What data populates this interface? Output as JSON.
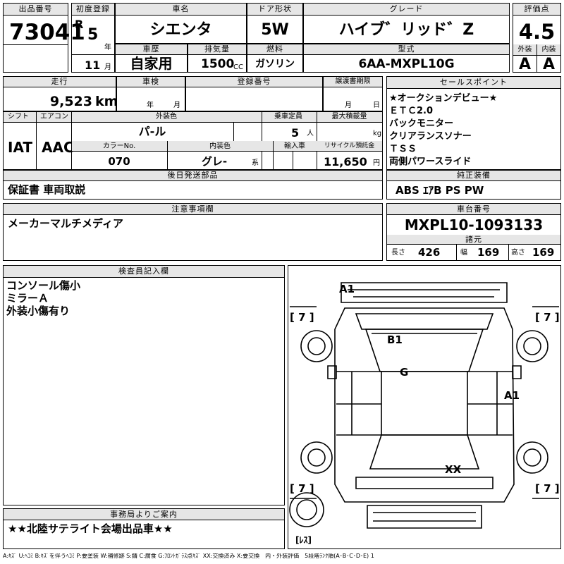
{
  "header_row": {
    "lot_label": "出品番号",
    "lot": "73041",
    "reg_label": "初度登録",
    "era": "R",
    "year": "5",
    "year_unit": "年",
    "month": "11",
    "month_unit": "月",
    "name_label": "車名",
    "name": "シエンタ",
    "door_label": "ドア形状",
    "door": "5W",
    "grade_label": "グレード",
    "grade": "ハイブ゛リッド゛Z",
    "score_label": "評価点",
    "score": "4.5",
    "history_label": "車歴",
    "history": "自家用",
    "disp_label": "排気量",
    "disp": "1500",
    "disp_unit": "CC",
    "fuel_label": "燃料",
    "fuel": "ガソリン",
    "model_label": "型式",
    "model": "6AA-MXPL10G",
    "ext_label": "外装",
    "ext": "A",
    "int_label": "内装",
    "int": "A"
  },
  "row2": {
    "mileage_label": "走行",
    "mileage": "9,523",
    "mileage_unit": "km",
    "inspect_label": "車検",
    "inspect_year": "年",
    "inspect_month": "月",
    "regno_label": "登録番号",
    "transfer_label": "譲渡書期限",
    "transfer_month": "月",
    "transfer_day": "日",
    "shift_label": "シフト",
    "shift": "IAT",
    "ac_label": "エアコン",
    "ac": "AAC",
    "color_label": "外装色",
    "color": "パ-ル",
    "capacity_label": "乗車定員",
    "capacity": "5",
    "capacity_unit": "人",
    "load_label": "最大積載量",
    "load_unit": "kg",
    "colorno_label": "カラーNo.",
    "colorno": "070",
    "intcolor_label": "内装色",
    "intcolor": "グレ-",
    "intcolor_suffix": "系",
    "import_label": "輸入車",
    "recycle_label": "リサイクル預託金",
    "recycle": "11,650",
    "recycle_unit": "円",
    "later_label": "後日発送部品",
    "later": "保証書 車両取説"
  },
  "sales": {
    "label": "セールスポイント",
    "lines": [
      "★オークションデビュー★",
      "ＥＴＣ2.0",
      "バックモニター",
      "クリアランスソナー",
      "ＴＳＳ",
      "両側パワースライド"
    ]
  },
  "equipment": {
    "label": "純正装備",
    "value": "ABS ｴｱB PS PW"
  },
  "notes": {
    "label": "注意事項欄",
    "value": "メーカーマルチメディア"
  },
  "chassis": {
    "label": "車台番号",
    "value": "MXPL10-1093133"
  },
  "specs": {
    "label": "諸元",
    "length_label": "長さ",
    "length": "426",
    "width_label": "幅",
    "width": "169",
    "height_label": "高さ",
    "height": "169"
  },
  "inspector": {
    "label": "検査員記入欄",
    "lines": [
      "コンソール傷小",
      "ミラーＡ",
      "外装小傷有り"
    ]
  },
  "diagram": {
    "marks": [
      "A1",
      "B1",
      "G",
      "A1",
      "XX"
    ],
    "tire_labels": [
      "[ 7 ]",
      "[ 7 ]",
      "[ 7 ]",
      "[ 7 ]"
    ],
    "spare_label": "[ﾚｽ]"
  },
  "office": {
    "label": "事務局よりご案内",
    "value": "★★北陸サテライト会場出品車★★"
  },
  "legend": "A:ｷｽﾞ U:ﾍｺﾐ B:ｷｽﾞを伴うﾍｺﾐ P:要塗装 W:補修跡 S:錆 C:腐食 G:ﾌﾛﾝﾄｶﾞﾗｽ点ｷｽﾞ XX:交換済み X:要交換　内・外装評価　5段階ﾗﾝｸ順(A･B･C･D･E) 1"
}
